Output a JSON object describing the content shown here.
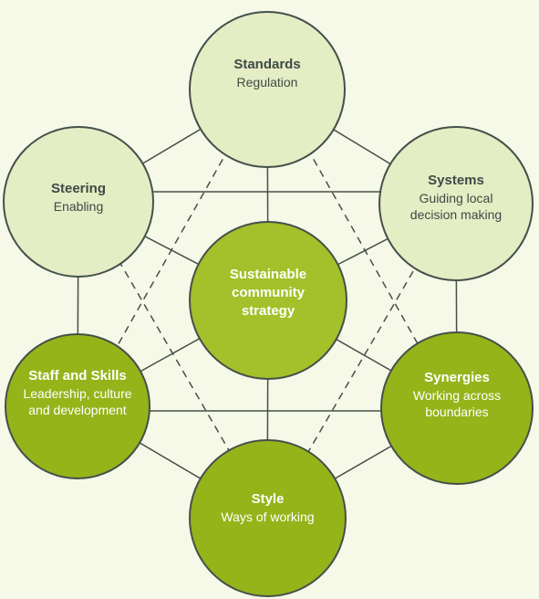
{
  "nodes": {
    "standards": {
      "title": "Standards",
      "subtitle": "Regulation"
    },
    "steering": {
      "title": "Steering",
      "subtitle": "Enabling"
    },
    "systems": {
      "title": "Systems",
      "subtitle": "Guiding local\ndecision making"
    },
    "center": {
      "title": "Sustainable\ncommunity\nstrategy",
      "subtitle": ""
    },
    "staff": {
      "title": "Staff and Skills",
      "subtitle": "Leadership, culture\nand development"
    },
    "synergies": {
      "title": "Synergies",
      "subtitle": "Working across\nboundaries"
    },
    "style": {
      "title": "Style",
      "subtitle": "Ways of working"
    }
  },
  "colors": {
    "background": "#f6f8e8",
    "light_fill": "#e4edc4",
    "mid_fill": "#a4c02a",
    "dark_fill": "#95b41a",
    "line": "#44504a"
  }
}
